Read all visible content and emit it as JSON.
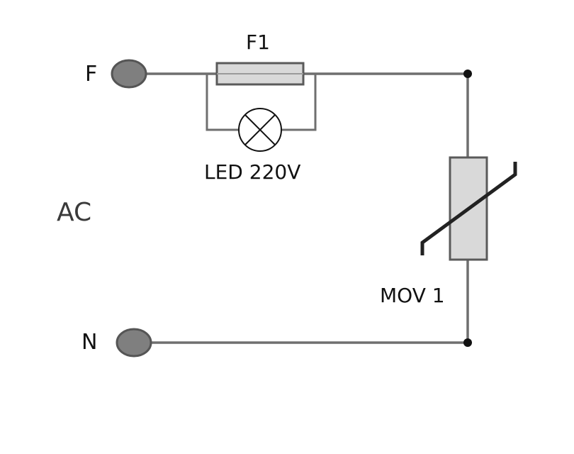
{
  "diagram": {
    "labels": {
      "phase_terminal": "F",
      "neutral_terminal": "N",
      "fuse": "F1",
      "lamp": "LED 220V",
      "source": "AC",
      "varistor": "MOV 1"
    },
    "colors": {
      "wire": "#6f6f6f",
      "terminal_fill": "#7f7f7f",
      "component_fill": "#d9d9d9",
      "text": "#111111"
    }
  }
}
